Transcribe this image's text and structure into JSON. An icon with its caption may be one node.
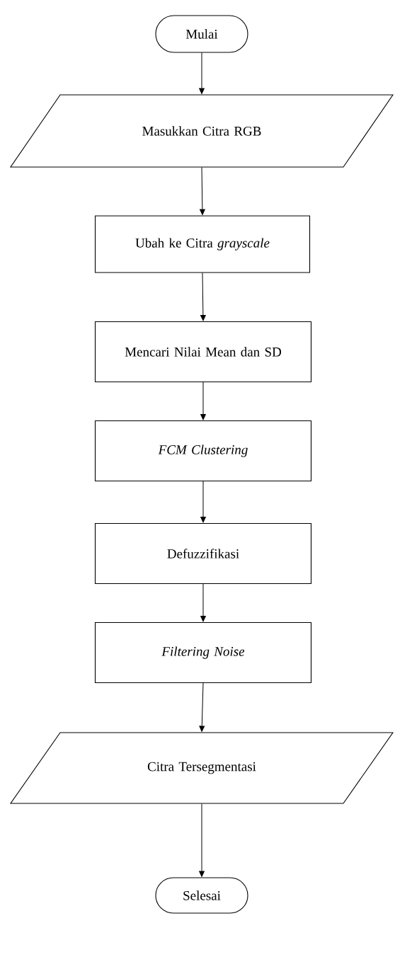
{
  "diagram": {
    "nodes": [
      {
        "text": [
          "Mulai"
        ]
      },
      {
        "text": [
          "Masukkan Citra RGB"
        ]
      },
      {
        "text": [
          "Ubah ke Citra *grayscale*"
        ]
      },
      {
        "text": [
          "Mencari Nilai Mean dan SD"
        ]
      },
      {
        "text": [
          "FCM Clustering"
        ]
      },
      {
        "text": [
          "Defuzzifikasi"
        ]
      },
      {
        "text": [
          "Filtering Noise"
        ]
      },
      {
        "text": [
          "Citra Tersegmentasi"
        ]
      },
      {
        "text": [
          "Selesai"
        ]
      }
    ],
    "edges": [
      {
        "from": 0,
        "to": 1,
        "arrow": "to"
      },
      {
        "from": 1,
        "to": 2,
        "arrow": "to"
      },
      {
        "from": 2,
        "to": 3,
        "arrow": "to"
      },
      {
        "from": 3,
        "to": 4,
        "arrow": "to"
      },
      {
        "from": 4,
        "to": 5,
        "arrow": "to"
      },
      {
        "from": 5,
        "to": 6,
        "arrow": "to"
      },
      {
        "from": 6,
        "to": 7,
        "arrow": "to"
      },
      {
        "from": 7,
        "to": 8,
        "arrow": "to"
      }
    ]
  }
}
